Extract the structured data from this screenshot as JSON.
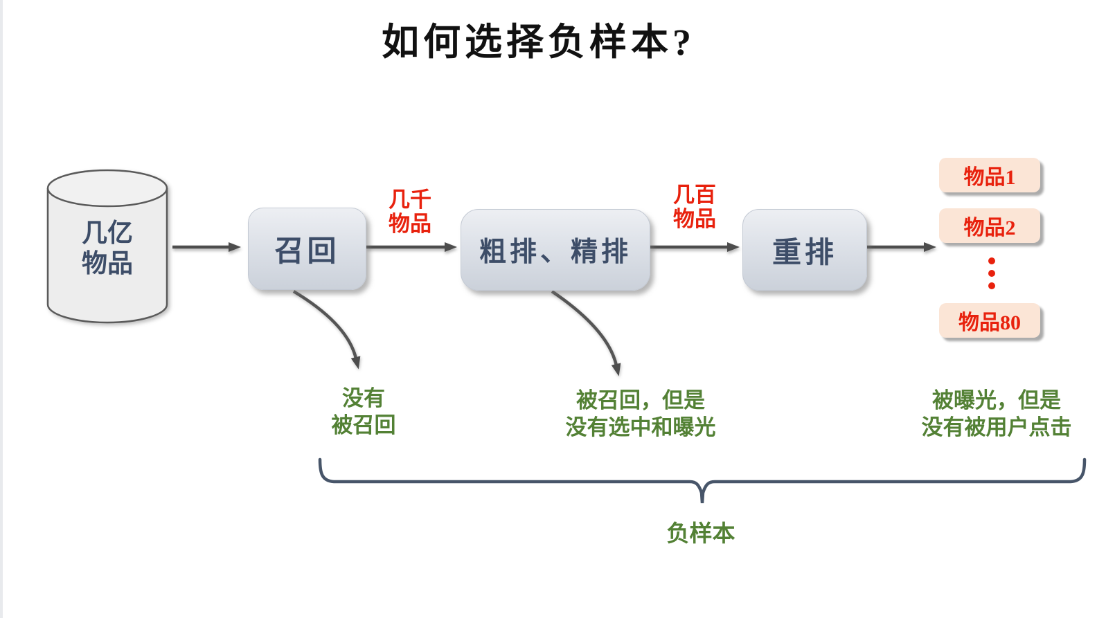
{
  "title": "如何选择负样本?",
  "source_db": {
    "lines": [
      "几亿",
      "物品"
    ]
  },
  "stages": [
    {
      "label": "召回"
    },
    {
      "label": "粗排、精排"
    },
    {
      "label": "重排"
    }
  ],
  "flow_labels": [
    {
      "lines": [
        "几千",
        "物品"
      ]
    },
    {
      "lines": [
        "几百",
        "物品"
      ]
    }
  ],
  "outputs": {
    "items": [
      "物品1",
      "物品2",
      "物品80"
    ],
    "ellipsis": "vertical-dots"
  },
  "negative_notes": [
    {
      "lines": [
        "没有",
        "被召回"
      ]
    },
    {
      "lines": [
        "被召回，但是",
        "没有选中和曝光"
      ]
    },
    {
      "lines": [
        "被曝光，但是",
        "没有被用户点击"
      ]
    }
  ],
  "brace_label": "负样本",
  "colors": {
    "red_text": "#e8210d",
    "green_text": "#538135",
    "navy_text": "#3d4d68",
    "brace": "#475569",
    "arrow": "#4d4d4d",
    "stage_box_top": "#edeff3",
    "stage_box_bottom": "#cbd1da",
    "item_box_fill": "#fbe5d6",
    "cylinder_fill": "#ededed"
  }
}
